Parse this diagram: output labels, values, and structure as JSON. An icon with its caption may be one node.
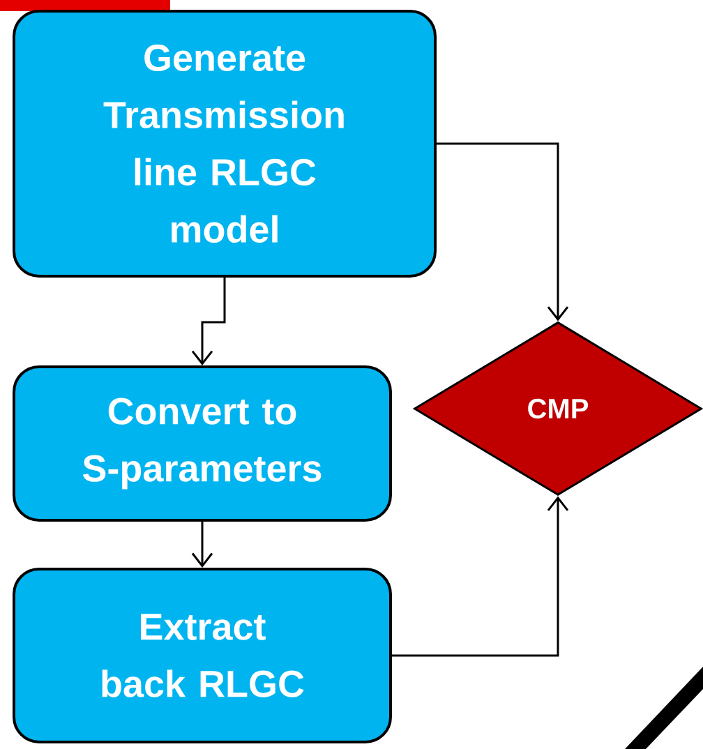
{
  "diagram": {
    "nodes": [
      {
        "text": [
          "Generate Transmission line RLGC model"
        ]
      },
      {
        "text": [
          "Convert to S-parameters"
        ]
      },
      {
        "text": [
          "Extract back RLGC"
        ]
      },
      {
        "text": [
          "CMP"
        ]
      }
    ],
    "edges": [
      {
        "from": 0,
        "to": 1,
        "arrow": "to"
      },
      {
        "from": 1,
        "to": 2,
        "arrow": "to"
      },
      {
        "from": 0,
        "to": 3,
        "arrow": "to"
      },
      {
        "from": 2,
        "to": 3,
        "arrow": "to"
      }
    ]
  }
}
